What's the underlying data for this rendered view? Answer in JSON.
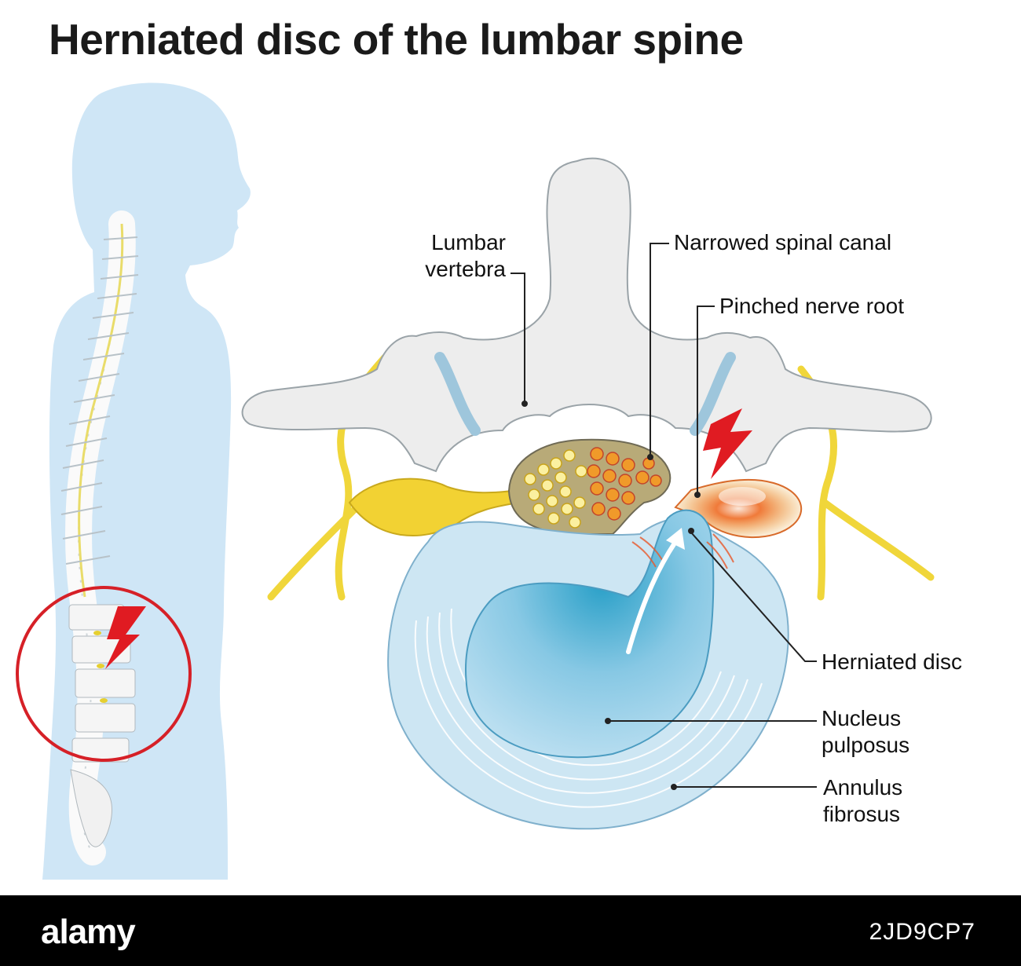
{
  "title": "Herniated disc of the lumbar spine",
  "labels": {
    "lumbar_vertebra_line1": "Lumbar",
    "lumbar_vertebra_line2": "vertebra",
    "narrowed_canal": "Narrowed spinal canal",
    "pinched_nerve": "Pinched nerve root",
    "herniated_disc": "Herniated disc",
    "nucleus_line1": "Nucleus",
    "nucleus_line2": "pulposus",
    "annulus_line1": "Annulus",
    "annulus_line2": "fibrosus"
  },
  "footer": {
    "brand": "alamy",
    "image_id": "2JD9CP7"
  },
  "colors": {
    "body_silhouette": "#cfe6f6",
    "bone": "#ececec",
    "nerve": "#f0d63a",
    "disc": "#bfe0f1",
    "nucleus": "#7cc3e2",
    "inflammation": "#e9582a",
    "lightning": "#e01b22",
    "highlight_circle": "#d62027"
  },
  "icons": [
    "lightning-bolt-icon",
    "arrow-icon"
  ]
}
